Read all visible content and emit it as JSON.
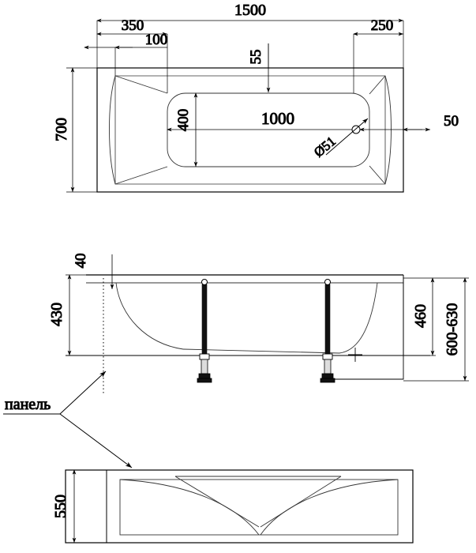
{
  "document": {
    "type": "technical-drawing",
    "subject": "bathtub-dimension-drawing",
    "units": "mm"
  },
  "views": {
    "plan": {
      "name": "plan-view",
      "dimensions": {
        "overall_length": "1500",
        "overall_width": "700",
        "left_offset_350": "350",
        "left_offset_100": "100",
        "top_offset_55": "55",
        "right_offset_250": "250",
        "inner_basin_length": "1000",
        "inner_basin_width": "400",
        "right_edge_50": "50",
        "drain_diameter": "Ø51"
      }
    },
    "side": {
      "name": "side-elevation-view",
      "dimensions": {
        "rim_thickness_40": "40",
        "depth_430": "430",
        "inner_depth_460": "460",
        "leg_height_range": "600-630"
      }
    },
    "panel": {
      "name": "front-panel-view",
      "label": "панель",
      "dimensions": {
        "panel_height": "550"
      }
    }
  },
  "style": {
    "line_color": "#000000",
    "thin_line_color": "#333333",
    "leg_color": "#111111",
    "background": "#ffffff"
  }
}
